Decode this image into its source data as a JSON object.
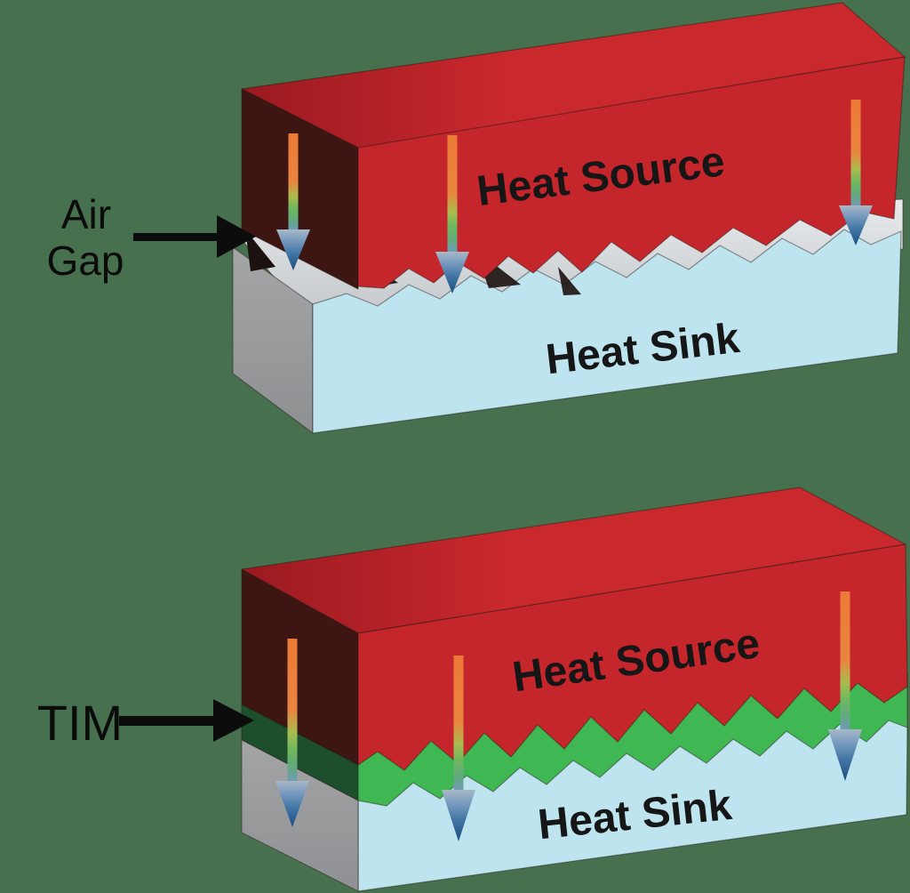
{
  "labels": {
    "air_gap_line1": "Air",
    "air_gap_line2": "Gap",
    "tim": "TIM"
  },
  "diagrams": {
    "top": {
      "heat_source": "Heat Source",
      "heat_sink": "Heat Sink"
    },
    "bottom": {
      "heat_source": "Heat Source",
      "heat_sink": "Heat Sink"
    }
  },
  "colors": {
    "background": "#47714E",
    "heat_source_front": "#c4262b",
    "heat_source_top_left": "#9a1a20",
    "heat_source_top_right": "#c9282d",
    "heat_source_side": "#3d1613",
    "heat_sink_front": "#bde4ef",
    "heat_sink_side_top": "#a4a5a7",
    "heat_sink_side_bottom": "#8f9093",
    "heat_sink_surface_light": "#e9ebed",
    "heat_sink_surface_dark": "#c2c6ca",
    "tim_front": "#3fb853",
    "tim_side": "#1e4f2d",
    "gap_shadow": "#1b1210",
    "arrow_shaft_orange": "#ec7a37",
    "arrow_shaft_orange2": "#e9853f",
    "arrow_shaft_yellowgreen": "#a9bc4e",
    "arrow_shaft_green": "#6fb85e",
    "arrow_shaft_teal": "#63a97e",
    "arrow_shaft_blue": "#6f9db4",
    "arrow_head_light": "#a8b8c6",
    "arrow_head_mid": "#7b9cc0",
    "arrow_head_deep": "#3f74a3",
    "arrow_head_dark": "#1c4f82",
    "label_arrow": "#0c0c0c",
    "label_text": "#0b0b0b",
    "box_text": "#161616"
  }
}
